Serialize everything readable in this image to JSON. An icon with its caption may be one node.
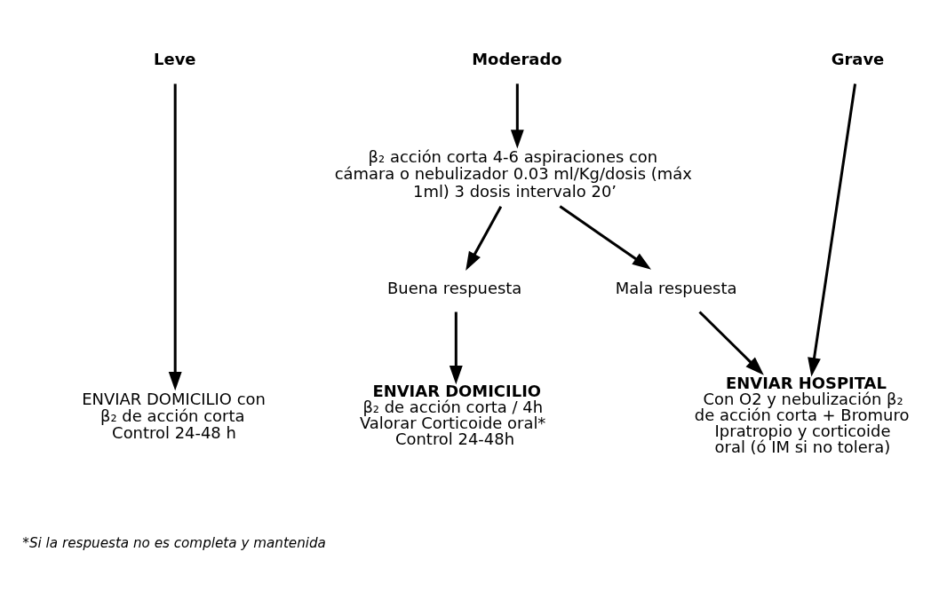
{
  "diagram": {
    "nodes": [
      {
        "text": [
          "Leve"
        ]
      },
      {
        "text": [
          "Moderado"
        ]
      },
      {
        "text": [
          "Grave"
        ]
      },
      {
        "text": [
          "β₂ acción corta 4-6 aspiraciones con cámara o nebulizador 0.03 ml/Kg/dosis (máx 1ml) 3 dosis intervalo 20’"
        ]
      },
      {
        "text": [
          "Buena respuesta"
        ]
      },
      {
        "text": [
          "Mala respuesta"
        ]
      },
      {
        "text": [
          "ENVIAR DOMICILIO con β₂ de acción corta Control 24-48 h"
        ]
      },
      {
        "text": [
          "ENVIAR DOMICILIO",
          "β₂ de acción corta / 4h Valorar Corticoide oral* Control 24-48h"
        ]
      },
      {
        "text": [
          "ENVIAR HOSPITAL",
          "Con O2 y nebulización β₂ de acción corta + Bromuro Ipratropio y corticoide oral (ó IM si no tolera)"
        ]
      }
    ],
    "edges": [
      {
        "from": 0,
        "to": 6,
        "arrow": "to"
      },
      {
        "from": 1,
        "to": 3,
        "arrow": "to"
      },
      {
        "from": 3,
        "to": 4,
        "arrow": "to"
      },
      {
        "from": 3,
        "to": 5,
        "arrow": "to"
      },
      {
        "from": 4,
        "to": 7,
        "arrow": "to"
      },
      {
        "from": 5,
        "to": 8,
        "arrow": "to"
      },
      {
        "from": 2,
        "to": 8,
        "arrow": "to"
      }
    ],
    "labels": [
      "*Si la respuesta no es completa y mantenida"
    ]
  }
}
